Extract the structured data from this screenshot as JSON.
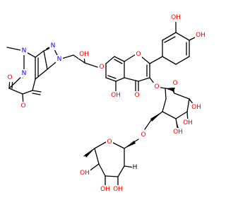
{
  "colors": {
    "bond": "#000000",
    "O": "#ff0000",
    "N": "#0000ff"
  },
  "labels": {
    "n_methyl_top": "N",
    "n_methyl_bottom": "N",
    "n_imidazole_top": "N",
    "n_imidazole_link": "N",
    "o_carbonyl_left": "O",
    "o_carbonyl_bottom": "O",
    "oh_propyl": "OH",
    "o_ether": "O",
    "o_pyran": "O",
    "o_chromone": "O",
    "oh_ring_a": "OH",
    "oh_catechol_1": "OH",
    "oh_catechol_2": "OH",
    "o_glycosidic": "O",
    "o_glucose_ring": "O",
    "oh_glc_2": "OH",
    "oh_glc_3": "OH",
    "oh_glc_4": "OH",
    "o_link": "O",
    "o_rhamnose_ring": "O",
    "oh_rha_2": "OH",
    "oh_rha_3": "OH",
    "oh_rha_4": "OH",
    "h_rha_1": "H"
  }
}
